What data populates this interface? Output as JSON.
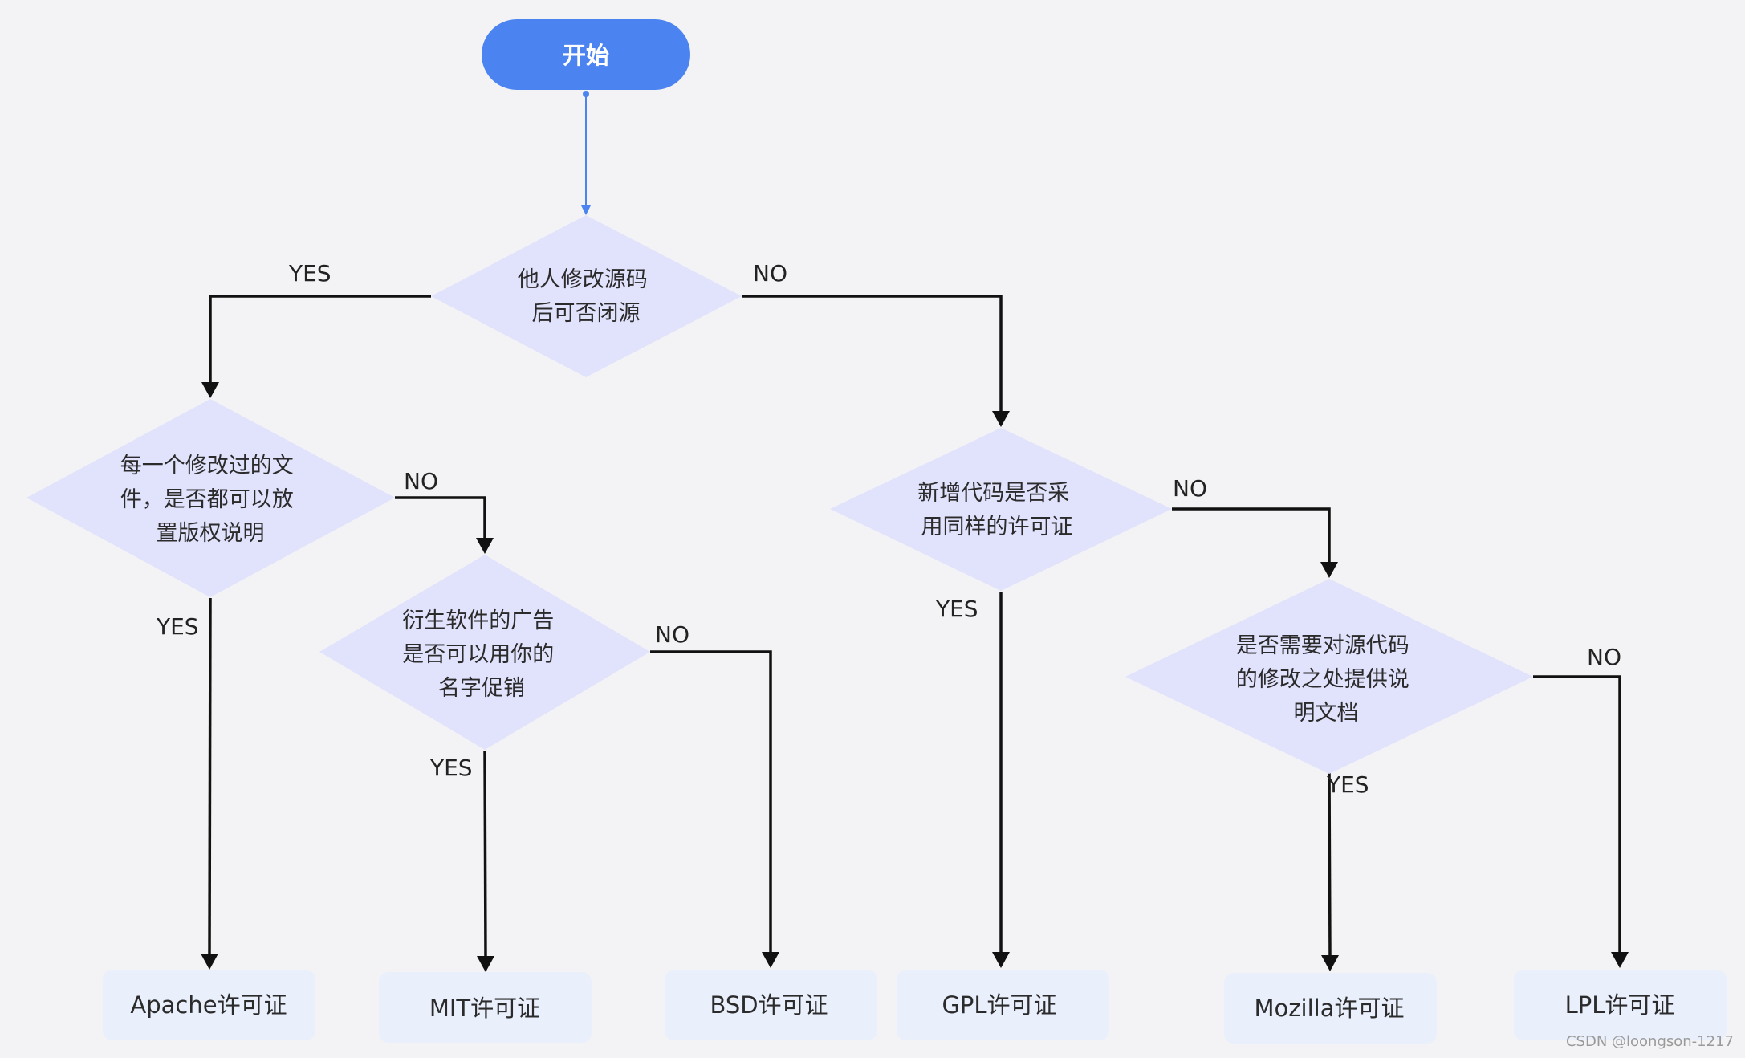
{
  "colors": {
    "background": "#f3f3f5",
    "start_fill": "#4b84f1",
    "decision_fill": "#e1e2fc",
    "result_fill": "#eaeffc",
    "edge": "#111111",
    "start_edge": "#4b84f1"
  },
  "start": {
    "label": "开始"
  },
  "decisions": [
    {
      "id": "q1",
      "lines": [
        "他人修改源码",
        "后可否闭源"
      ]
    },
    {
      "id": "q2",
      "lines": [
        "每一个修改过的文",
        "件，是否都可以放",
        "置版权说明"
      ]
    },
    {
      "id": "q3",
      "lines": [
        "衍生软件的广告",
        "是否可以用你的",
        "名字促销"
      ]
    },
    {
      "id": "q4",
      "lines": [
        "新增代码是否采",
        "用同样的许可证"
      ]
    },
    {
      "id": "q5",
      "lines": [
        "是否需要对源代码",
        "的修改之处提供说",
        "明文档"
      ]
    }
  ],
  "results": [
    {
      "id": "apache",
      "label": "Apache许可证"
    },
    {
      "id": "mit",
      "label": "MIT许可证"
    },
    {
      "id": "bsd",
      "label": "BSD许可证"
    },
    {
      "id": "gpl",
      "label": "GPL许可证"
    },
    {
      "id": "mozilla",
      "label": "Mozilla许可证"
    },
    {
      "id": "lpl",
      "label": "LPL许可证"
    }
  ],
  "edges": [
    {
      "from": "start",
      "to": "q1",
      "label": ""
    },
    {
      "from": "q1",
      "to": "q2",
      "label": "YES"
    },
    {
      "from": "q1",
      "to": "q4",
      "label": "NO"
    },
    {
      "from": "q2",
      "to": "apache",
      "label": "YES"
    },
    {
      "from": "q2",
      "to": "q3",
      "label": "NO"
    },
    {
      "from": "q3",
      "to": "mit",
      "label": "YES"
    },
    {
      "from": "q3",
      "to": "bsd",
      "label": "NO"
    },
    {
      "from": "q4",
      "to": "gpl",
      "label": "YES"
    },
    {
      "from": "q4",
      "to": "q5",
      "label": "NO"
    },
    {
      "from": "q5",
      "to": "mozilla",
      "label": "YES"
    },
    {
      "from": "q5",
      "to": "lpl",
      "label": "NO"
    }
  ],
  "watermark": "CSDN @loongson-1217"
}
